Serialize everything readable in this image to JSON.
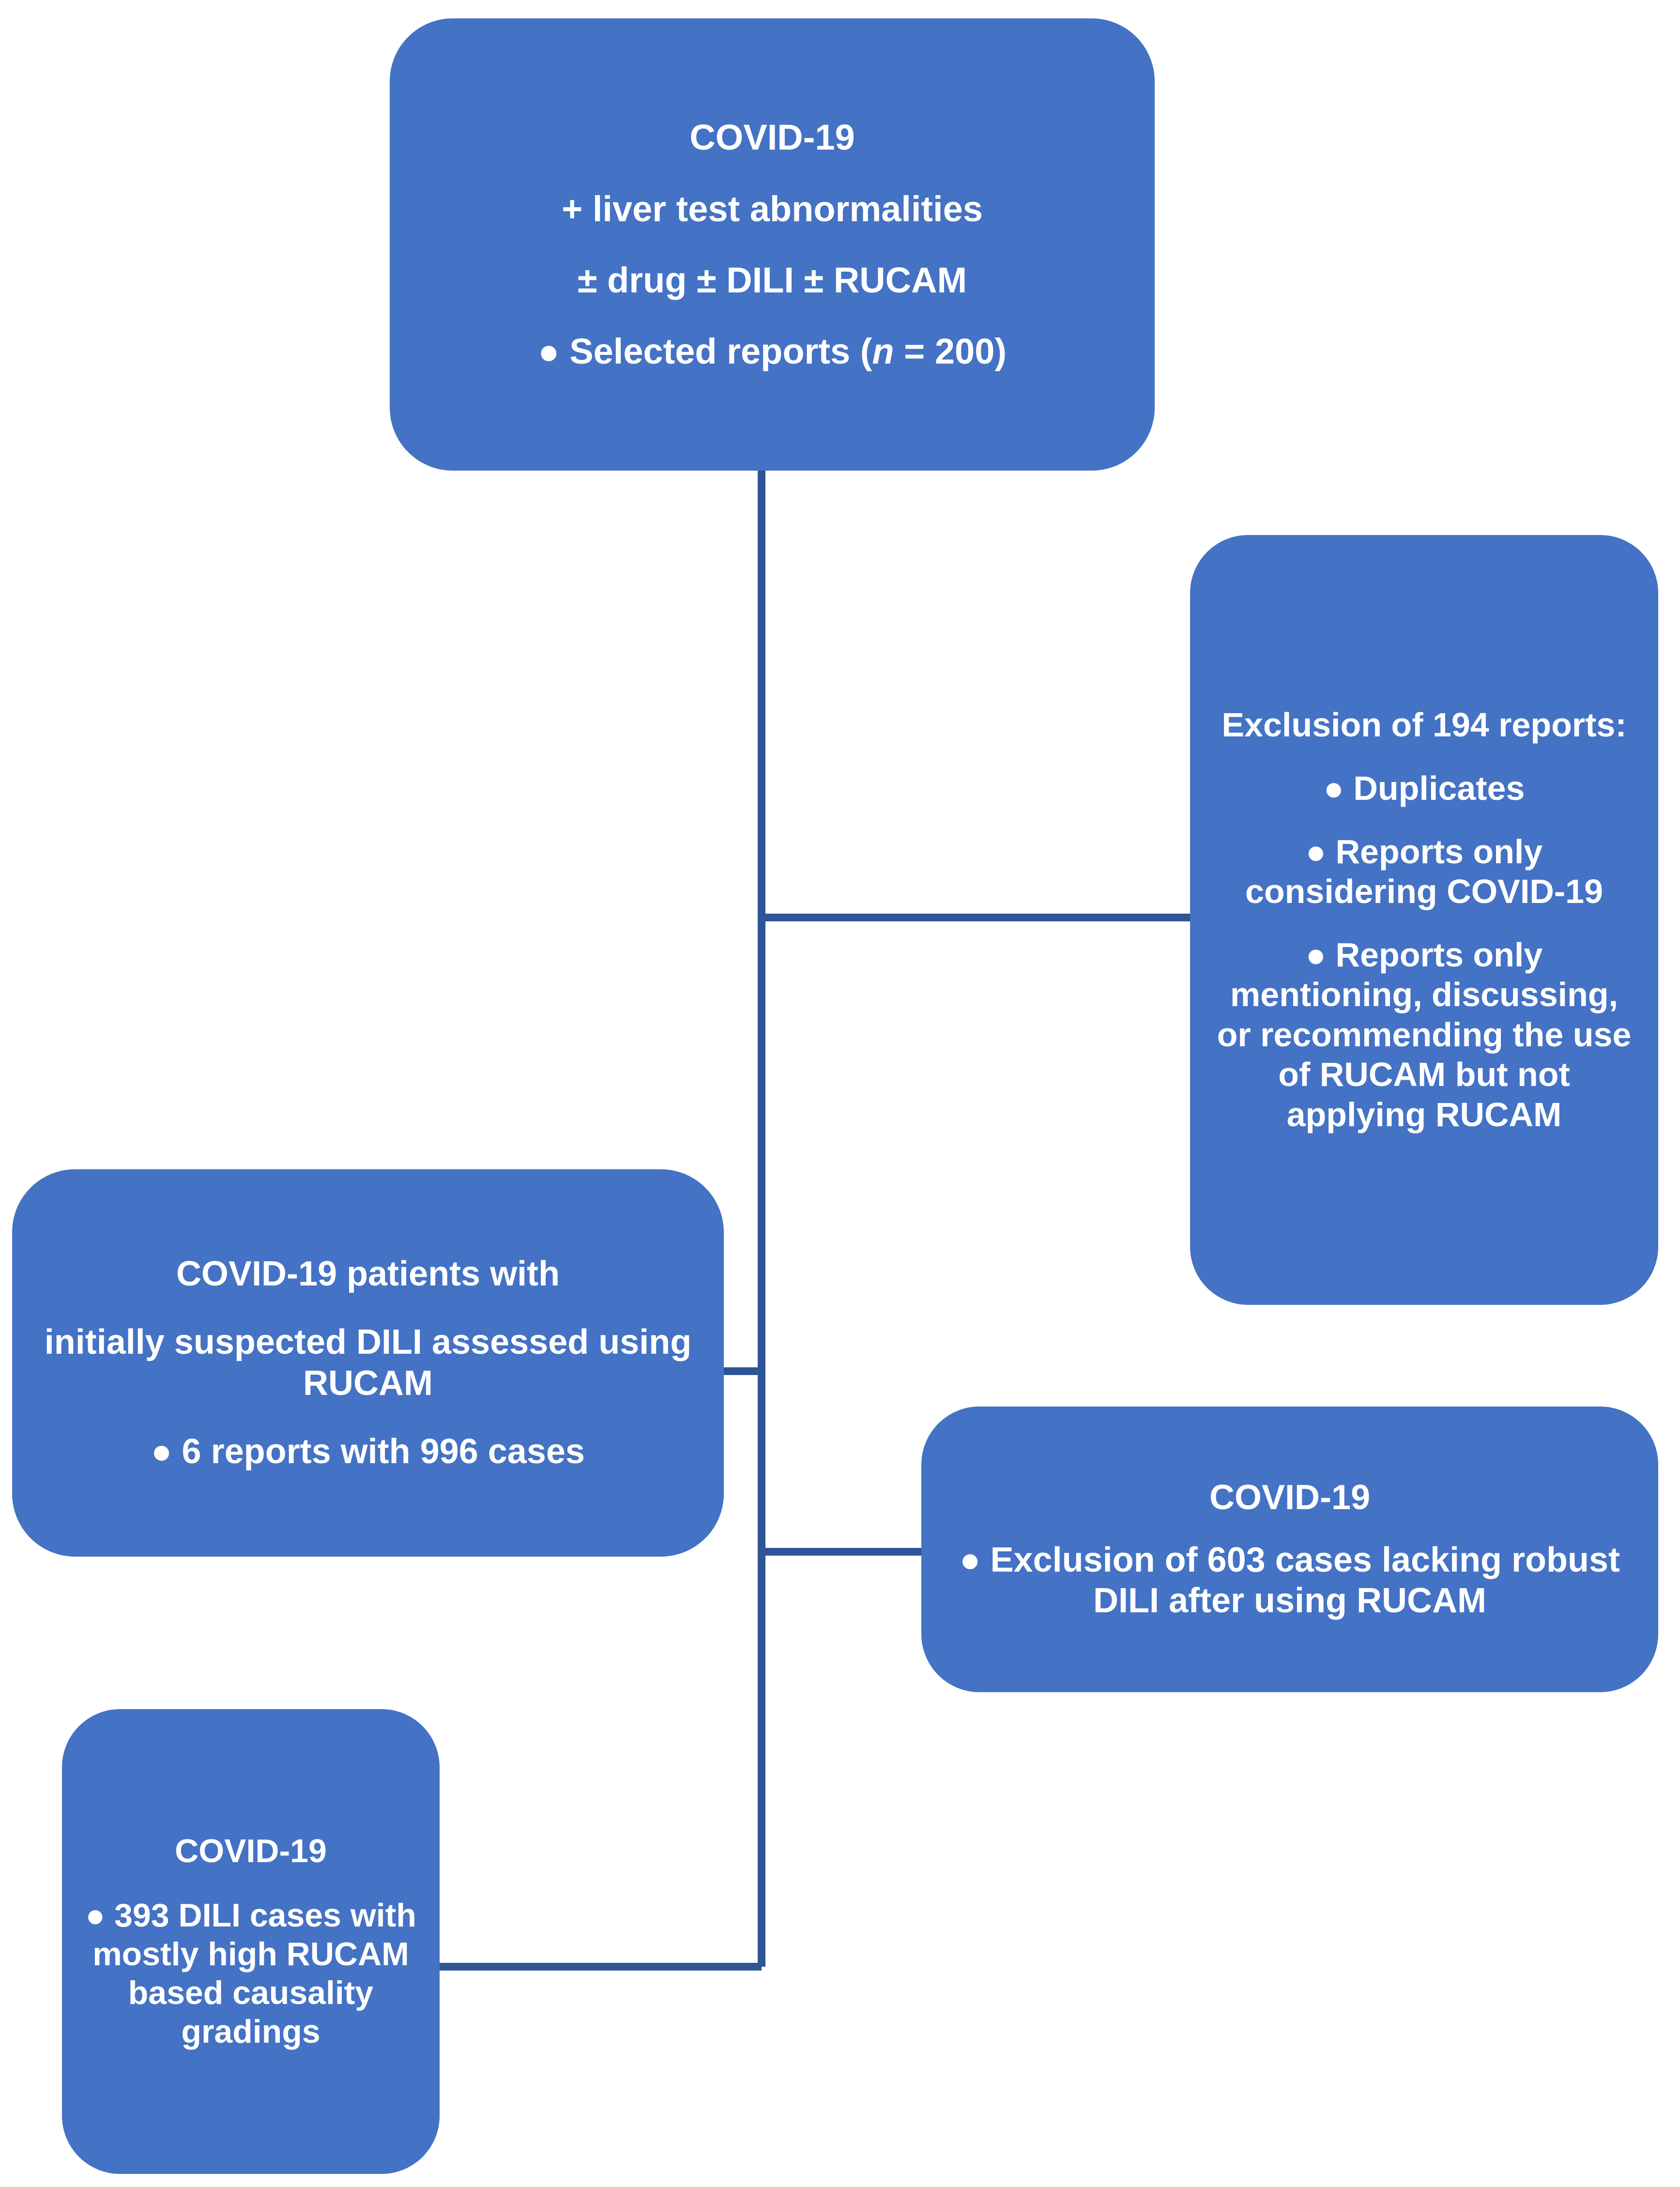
{
  "diagram": {
    "title": "COVID-19 DILI RUCAM report selection flowchart",
    "type": "flowchart",
    "accent_color": "#4472C4",
    "connector_color": "#2F5597",
    "text_color": "#FFFFFF",
    "background_color": "#FFFFFF"
  },
  "nodes": {
    "top": {
      "id": "selected-reports",
      "lines": [
        "COVID-19",
        "+ liver test abnormalities",
        "± drug ± DILI ± RUCAM"
      ],
      "bullet_line_prefix": "● Selected reports (",
      "bullet_line_italic": "n",
      "bullet_line_suffix": " = 200)",
      "count": 200
    },
    "exclusion_194": {
      "id": "exclusion-of-194-reports",
      "heading": "Exclusion of 194 reports:",
      "count": 194,
      "bullets": [
        "● Duplicates",
        "● Reports only considering COVID-19",
        "● Reports only mentioning, discussing, or recommending the use of RUCAM but not applying RUCAM"
      ]
    },
    "suspected_dili": {
      "id": "covid-19-patients-suspected-dili",
      "lines": [
        "COVID-19 patients with",
        "initially suspected DILI assessed using RUCAM"
      ],
      "bullet": "● 6 reports with 996 cases",
      "reports": 6,
      "cases": 996
    },
    "exclusion_603": {
      "id": "exclusion-of-603-cases",
      "heading": "COVID-19",
      "bullet": "● Exclusion of 603 cases lacking robust DILI after using RUCAM",
      "cases": 603
    },
    "dili_393": {
      "id": "final-393-dili-cases",
      "heading": "COVID-19",
      "bullet": "● 393 DILI cases with mostly high RUCAM based causality gradings",
      "cases": 393
    }
  }
}
